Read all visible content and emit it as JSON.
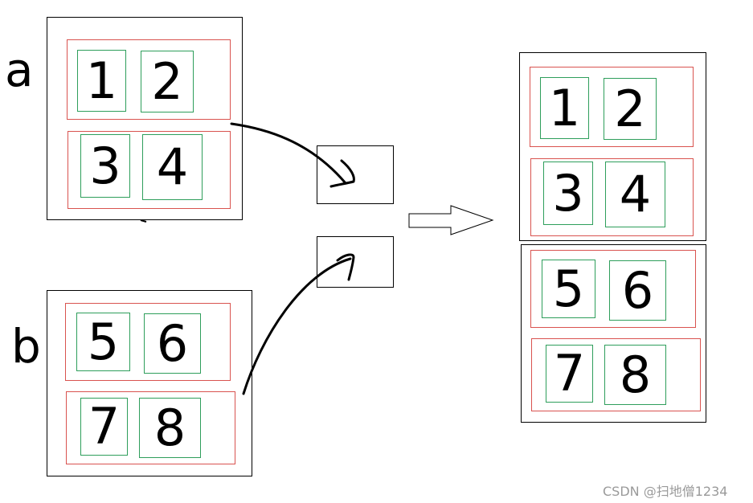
{
  "labels": {
    "a": "a",
    "b": "b"
  },
  "source_a": {
    "row1": [
      "1",
      "2"
    ],
    "row2": [
      "3",
      "4"
    ]
  },
  "source_b": {
    "row1": [
      "5",
      "6"
    ],
    "row2": [
      "7",
      "8"
    ]
  },
  "result": {
    "part_a": {
      "row1": [
        "1",
        "2"
      ],
      "row2": [
        "3",
        "4"
      ]
    },
    "part_b": {
      "row1": [
        "5",
        "6"
      ],
      "row2": [
        "7",
        "8"
      ]
    }
  },
  "watermark": "CSDN @扫地僧1234",
  "colors": {
    "outer_border": "#000000",
    "row_border": "#d9534f",
    "cell_border": "#2e9e5b"
  }
}
